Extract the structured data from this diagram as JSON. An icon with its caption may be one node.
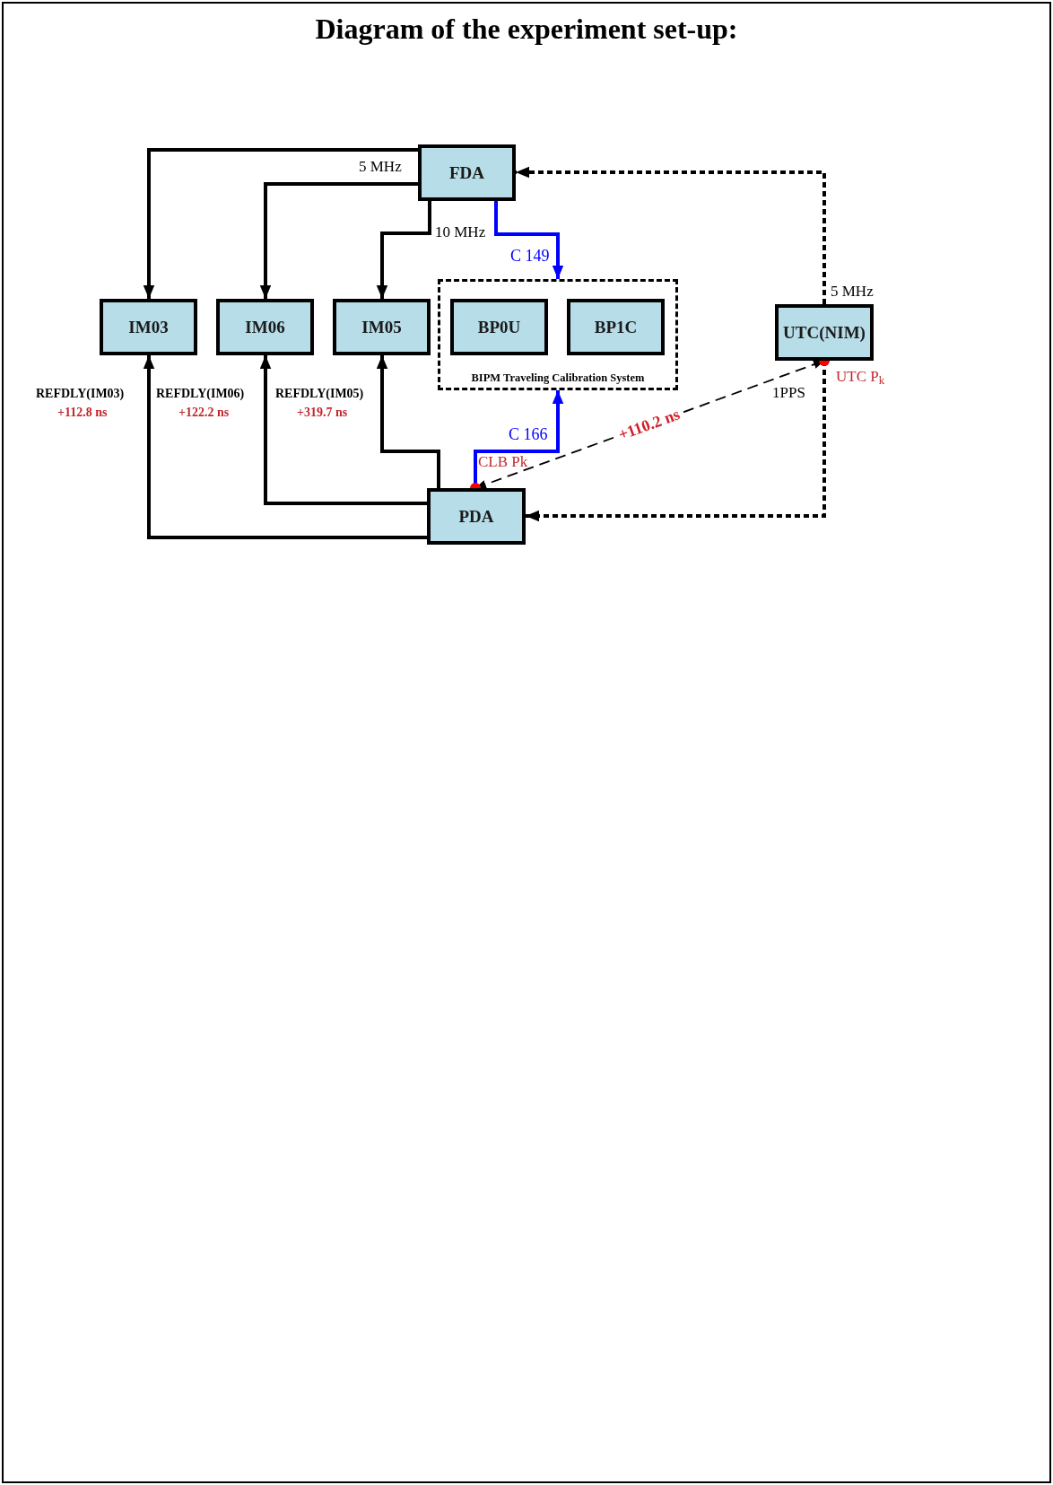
{
  "diagram": {
    "title": "Diagram of the experiment set-up:",
    "nodes": [
      {
        "text": [
          "FDA"
        ]
      },
      {
        "text": [
          "IM03"
        ]
      },
      {
        "text": [
          "IM06"
        ]
      },
      {
        "text": [
          "IM05"
        ]
      },
      {
        "text": [
          "BIPM Traveling Calibration System"
        ]
      },
      {
        "text": [
          "BP0U"
        ],
        "in": 4
      },
      {
        "text": [
          "BP1C"
        ],
        "in": 4
      },
      {
        "text": [
          "UTC(NIM)"
        ]
      },
      {
        "text": [
          "PDA"
        ]
      }
    ],
    "edges": [
      {
        "from": 0,
        "to": 1,
        "arrow": "to"
      },
      {
        "from": 0,
        "to": 2,
        "arrow": "to"
      },
      {
        "from": 0,
        "to": 3,
        "arrow": "to"
      },
      {
        "from": 0,
        "to": 4,
        "arrow": "to",
        "label": "C 149",
        "color": "#0000ff"
      },
      {
        "from": 8,
        "to": 1,
        "arrow": "to"
      },
      {
        "from": 8,
        "to": 2,
        "arrow": "to"
      },
      {
        "from": 8,
        "to": 3,
        "arrow": "to"
      },
      {
        "from": 8,
        "to": 4,
        "arrow": "to",
        "label": "C 166",
        "color": "#0000ff"
      },
      {
        "from": 7,
        "to": 0,
        "arrow": "to",
        "style": "dashed"
      },
      {
        "from": 7,
        "to": 8,
        "arrow": "to",
        "style": "dashed"
      },
      {
        "from": 8,
        "to": 7,
        "arrow": "both",
        "style": "dashed",
        "label": "+110.2 ns"
      }
    ],
    "labels": [
      "5 MHz",
      "10 MHz",
      "5 MHz",
      "REFDLY(IM03)",
      "REFDLY(IM06)",
      "REFDLY(IM05)",
      "+112.8 ns",
      "+122.2 ns",
      "+319.7 ns",
      "UTC P$_{k}$",
      "1PPS",
      "CLB Pk"
    ]
  }
}
